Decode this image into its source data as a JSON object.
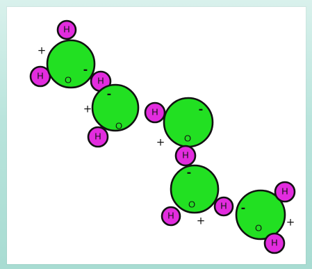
{
  "diagram": {
    "atoms": {
      "oxygen_labels": [
        "O",
        "O",
        "O",
        "O",
        "O"
      ],
      "hydrogen_labels": [
        "H",
        "H",
        "H",
        "H",
        "H",
        "H",
        "H",
        "H",
        "H",
        "H"
      ]
    },
    "charges": {
      "plus": "+",
      "minus": "-"
    },
    "colors": {
      "background": "#ffffff",
      "frame": "#b9e4dc",
      "oxygen_fill": "#22e022",
      "hydrogen_fill": "#e22cde",
      "outline": "#111111"
    }
  }
}
